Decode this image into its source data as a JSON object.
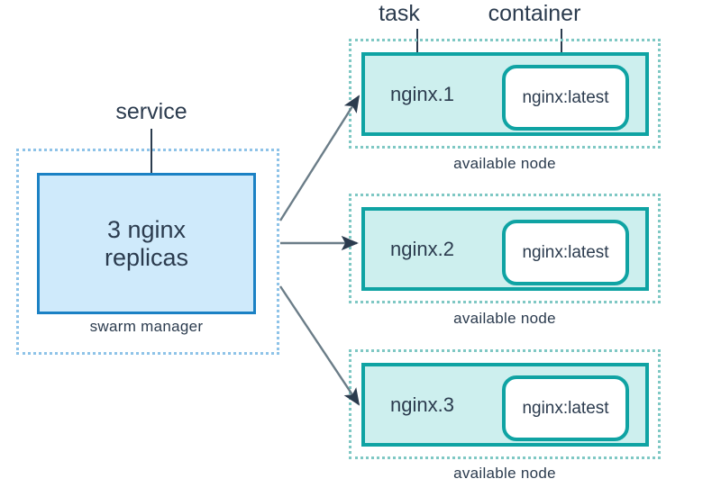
{
  "diagram": {
    "title": "docker swarm service replicas diagram",
    "background": "#ffffff",
    "colors": {
      "service_border": "#1b81c4",
      "service_fill": "#cfeafb",
      "service_dotted": "#8ec3e8",
      "node_dotted": "#7fc8c4",
      "task_border": "#0fa3a3",
      "task_fill": "#cdefee",
      "container_fill": "#ffffff",
      "text": "#2b3b4e",
      "arrow": "#5a6b78"
    }
  },
  "annotations": {
    "service": "service",
    "task": "task",
    "container": "container"
  },
  "service": {
    "box_text": "3 nginx\nreplicas",
    "caption": "swarm manager"
  },
  "nodes": [
    {
      "task": "nginx.1",
      "container": "nginx:latest",
      "caption": "available node"
    },
    {
      "task": "nginx.2",
      "container": "nginx:latest",
      "caption": "available node"
    },
    {
      "task": "nginx.3",
      "container": "nginx:latest",
      "caption": "available node"
    }
  ]
}
